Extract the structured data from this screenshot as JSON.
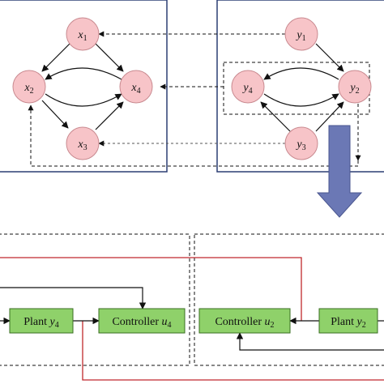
{
  "colors": {
    "node_fill": "#f7c4c8",
    "node_stroke": "#c98a90",
    "frame": "#2c3e73",
    "block_fill": "#8fd16a",
    "block_stroke": "#3a6e22",
    "red_line": "#c0282d",
    "big_arrow": "#6b78b5"
  },
  "left_graph": {
    "nodes": [
      {
        "var": "x",
        "sub": "1"
      },
      {
        "var": "x",
        "sub": "2"
      },
      {
        "var": "x",
        "sub": "4"
      },
      {
        "var": "x",
        "sub": "3"
      }
    ]
  },
  "right_graph": {
    "nodes": [
      {
        "var": "y",
        "sub": "1"
      },
      {
        "var": "y",
        "sub": "4"
      },
      {
        "var": "y",
        "sub": "2"
      },
      {
        "var": "y",
        "sub": "3"
      }
    ]
  },
  "blocks": [
    {
      "word": "Plant",
      "var": "y",
      "sub": "4"
    },
    {
      "word": "Controller",
      "var": "u",
      "sub": "4"
    },
    {
      "word": "Controller",
      "var": "u",
      "sub": "2"
    },
    {
      "word": "Plant",
      "var": "y",
      "sub": "2"
    }
  ]
}
